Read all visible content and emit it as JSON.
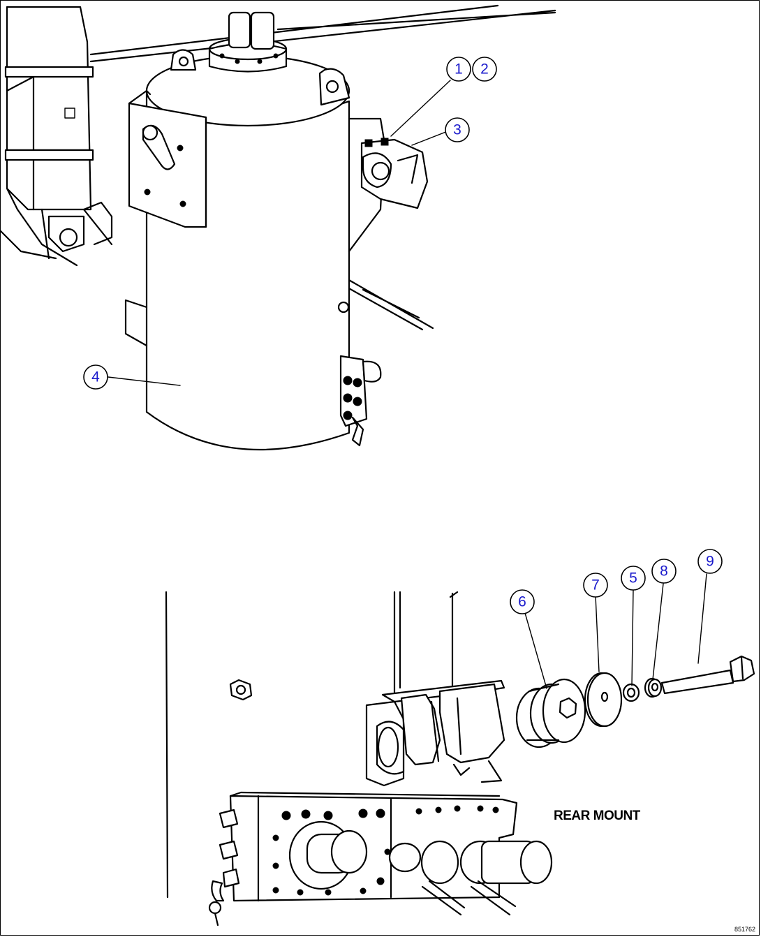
{
  "callouts": [
    {
      "id": "callout-1",
      "label": "1"
    },
    {
      "id": "callout-2",
      "label": "2"
    },
    {
      "id": "callout-3",
      "label": "3"
    },
    {
      "id": "callout-4",
      "label": "4"
    },
    {
      "id": "callout-5",
      "label": "5"
    },
    {
      "id": "callout-6",
      "label": "6"
    },
    {
      "id": "callout-7",
      "label": "7"
    },
    {
      "id": "callout-8",
      "label": "8"
    },
    {
      "id": "callout-9",
      "label": "9"
    }
  ],
  "caption": "REAR MOUNT",
  "figure_id": "851762",
  "colors": {
    "callout_text": "#1a1acc",
    "line": "#000000",
    "background": "#ffffff"
  }
}
